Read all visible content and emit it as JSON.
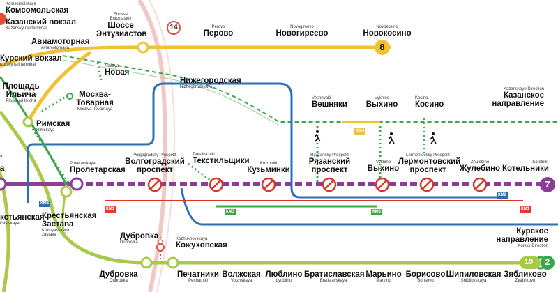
{
  "stations": {
    "komsomolskaya": {
      "ru": "Комсомольская",
      "en": "Komsomolskaya"
    },
    "kazansky": {
      "ru": "Казанский вокзал",
      "en": "Kazansky rail terminal"
    },
    "aviamotornaya": {
      "ru": "Авиамоторная",
      "en": "Aviamotornaya"
    },
    "kursky": {
      "ru": "Курский вокзал",
      "en": "Kursky rail terminal"
    },
    "shosse": {
      "ru1": "Шоссе",
      "ru2": "Энтузиастов",
      "en1": "Shosse",
      "en2": "Entuziastov"
    },
    "perovo": {
      "ru": "Перово",
      "en": "Perovo"
    },
    "novogireevo": {
      "ru": "Новогиреево",
      "en": "Novogireevo"
    },
    "novokosino": {
      "ru": "Новокосино",
      "en": "Novokosino"
    },
    "novaya": {
      "ru": "Новая",
      "en": "Novaya"
    },
    "ploshchad": {
      "ru1": "Площадь",
      "ru2": "Ильича",
      "en": "Ploschad Ilyicha"
    },
    "moskva_tov": {
      "ru1": "Москва-",
      "ru2": "Товарная",
      "en": "Moskva-Tovarnaya"
    },
    "rimskaya": {
      "ru": "Римская",
      "en": "Rimskaya"
    },
    "nizhegorodskaya": {
      "ru": "Нижегородская",
      "en": "Nizhegorodskaya"
    },
    "veshnyaki": {
      "ru": "Вешняки",
      "en": "Veshnyaki"
    },
    "vykhino_top": {
      "ru": "Выхино",
      "en": "Vykhino"
    },
    "kosino": {
      "ru": "Косино",
      "en": "Kosino"
    },
    "kazanskoye": {
      "ru1": "Казанское",
      "ru2": "направление",
      "en": "Kazanskoye Direction"
    },
    "proletarskaya": {
      "ru": "Пролетарская",
      "en": "Proletarskaya"
    },
    "volgogradsky": {
      "ru1": "Волгоградский",
      "ru2": "проспект",
      "en": "Volgogradsky Prospekt"
    },
    "tekstilshchiki": {
      "ru": "Текстильщики",
      "en": "Tekstilschiki"
    },
    "kuzminki": {
      "ru": "Кузьминки",
      "en": "Kuzminki"
    },
    "ryazansky": {
      "ru1": "Рязанский",
      "ru2": "проспект",
      "en": "Ryazansky Prospekt"
    },
    "vykhino": {
      "ru": "Выхино",
      "en": "Vykhino"
    },
    "lermontovsky": {
      "ru1": "Лермонтовский",
      "ru2": "проспект",
      "en": "Lermontovsky Prospekt"
    },
    "zhulebino": {
      "ru": "Жулебино",
      "en": "Zhulebino"
    },
    "kotelniki": {
      "ru": "Котельники",
      "en": "Kotelniki"
    },
    "krestyanskaya": {
      "ru1": "Крестьянская",
      "ru2": "Застава",
      "en1": "Krestyanskaya",
      "en2": "zastava"
    },
    "taganskaya_part": {
      "ru": "кстьянская",
      "en": "ksistskaya"
    },
    "dubrovka_ru": {
      "ru": "Дубровка",
      "en": "Dubrovka"
    },
    "kozhukhovskaya": {
      "ru": "Кожуховская",
      "en": "Kozhukhovskaya"
    },
    "kurskoye": {
      "ru1": "Курское",
      "ru2": "направление",
      "en": "Kursky Direction"
    },
    "dubrovka_bottom": {
      "ru": "Дубровка",
      "en": "Dubrovka"
    },
    "pechatniki": {
      "ru": "Печатники",
      "en": "Pechatniki"
    },
    "volzhskaya": {
      "ru": "Волжская",
      "en": "Volzhskaya"
    },
    "lyublino": {
      "ru": "Люблино",
      "en": "Lyublino"
    },
    "bratislavskaya": {
      "ru": "Братиславская",
      "en": "Bratislavskaya"
    },
    "maryino": {
      "ru": "Марьино",
      "en": "Maryino"
    },
    "borisovo": {
      "ru": "Борисово",
      "en": "Borisovo"
    },
    "shipilovskaya": {
      "ru": "Шипиловская",
      "en": "Shipilovskaya"
    },
    "zyablikovo": {
      "ru": "Зябликово",
      "en": "Zyablikovo"
    }
  },
  "line_numbers": {
    "l14": "14",
    "l8": "8",
    "l7": "7",
    "l10": "10",
    "l2": "2"
  },
  "edge_text": {
    "a": "a",
    "left_a": "а"
  },
  "badges": {
    "km1": "КМ1",
    "km2": "КМ2",
    "km3": "КМ3",
    "km4": "КМ4"
  },
  "colors": {
    "line7": "#8c3d97",
    "line8": "#f2c12e",
    "line10": "#a9c94b",
    "line14": "#e84a3c",
    "mcd": "#2f6fb5",
    "green": "#3aa84a",
    "red": "#d9362a",
    "d_dash": "#3aa84a"
  }
}
